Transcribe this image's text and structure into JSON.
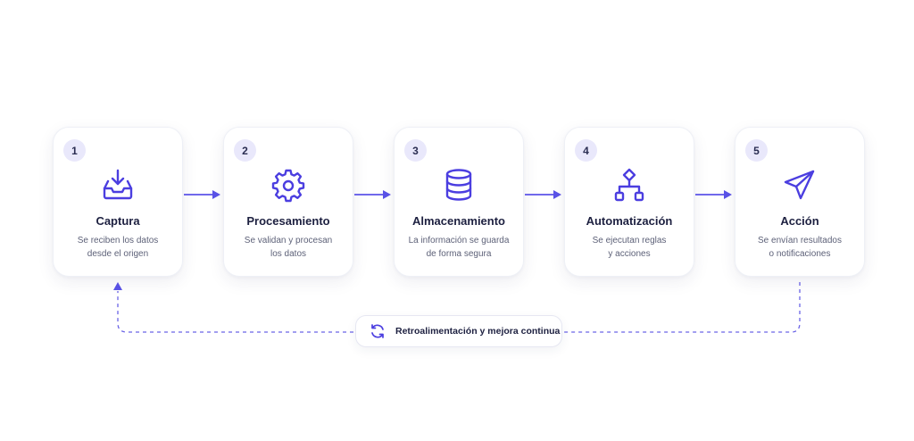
{
  "colors": {
    "accent": "#4b3ee0",
    "arrow": "#5b53e8",
    "badge_bg": "#e9e8fb"
  },
  "steps": [
    {
      "number": "1",
      "icon": "inbox-download-icon",
      "title": "Captura",
      "desc": [
        "Se reciben los datos",
        "desde el origen"
      ]
    },
    {
      "number": "2",
      "icon": "gear-icon",
      "title": "Procesamiento",
      "desc": [
        "Se validan y procesan",
        "los datos"
      ]
    },
    {
      "number": "3",
      "icon": "database-icon",
      "title": "Almacenamiento",
      "desc": [
        "La información se guarda",
        "de forma segura"
      ]
    },
    {
      "number": "4",
      "icon": "flowchart-icon",
      "title": "Automatización",
      "desc": [
        "Se ejecutan reglas",
        "y acciones"
      ]
    },
    {
      "number": "5",
      "icon": "paper-plane-icon",
      "title": "Acción",
      "desc": [
        "Se envían resultados",
        "o notificaciones"
      ]
    }
  ],
  "feedback": {
    "icon": "refresh-icon",
    "label": "Retroalimentación y mejora continua"
  }
}
